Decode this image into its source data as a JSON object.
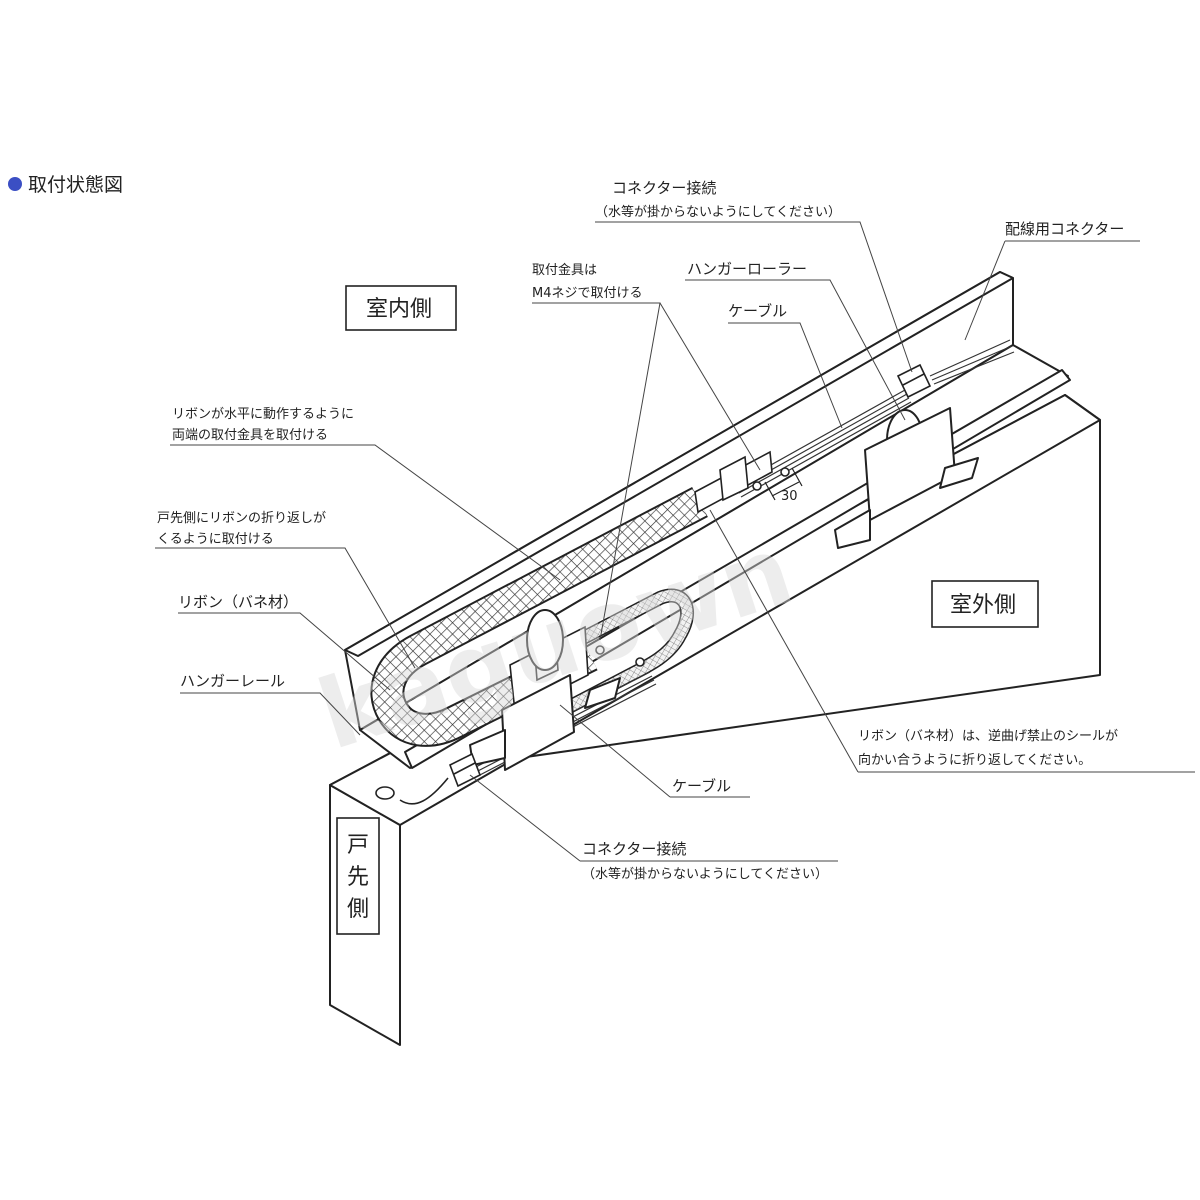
{
  "title": "取付状態図",
  "accent_color": "#3b4fc4",
  "zones": {
    "indoor": "室内側",
    "outdoor": "室外側",
    "door_tip": [
      "戸",
      "先",
      "側"
    ]
  },
  "labels": {
    "connector_top": "コネクター接続",
    "connector_top_note": "（水等が掛からないようにしてください）",
    "wiring_connector": "配線用コネクター",
    "bracket_line1": "取付金具は",
    "bracket_line2": "M4ネジで取付ける",
    "hanger_roller": "ハンガーローラー",
    "cable_top": "ケーブル",
    "ribbon_level_line1": "リボンが水平に動作するように",
    "ribbon_level_line2": "両端の取付金具を取付ける",
    "ribbon_fold_line1": "戸先側にリボンの折り返しが",
    "ribbon_fold_line2": "くるように取付ける",
    "ribbon_spring": "リボン（バネ材）",
    "hanger_rail": "ハンガーレール",
    "ribbon_note_line1": "リボン（バネ材）は、逆曲げ禁止のシールが",
    "ribbon_note_line2": "向かい合うように折り返してください。",
    "cable_bottom": "ケーブル",
    "connector_bottom": "コネクター接続",
    "connector_bottom_note": "（水等が掛からないようにしてください）",
    "dimension": "30"
  },
  "watermark": "kaguown"
}
